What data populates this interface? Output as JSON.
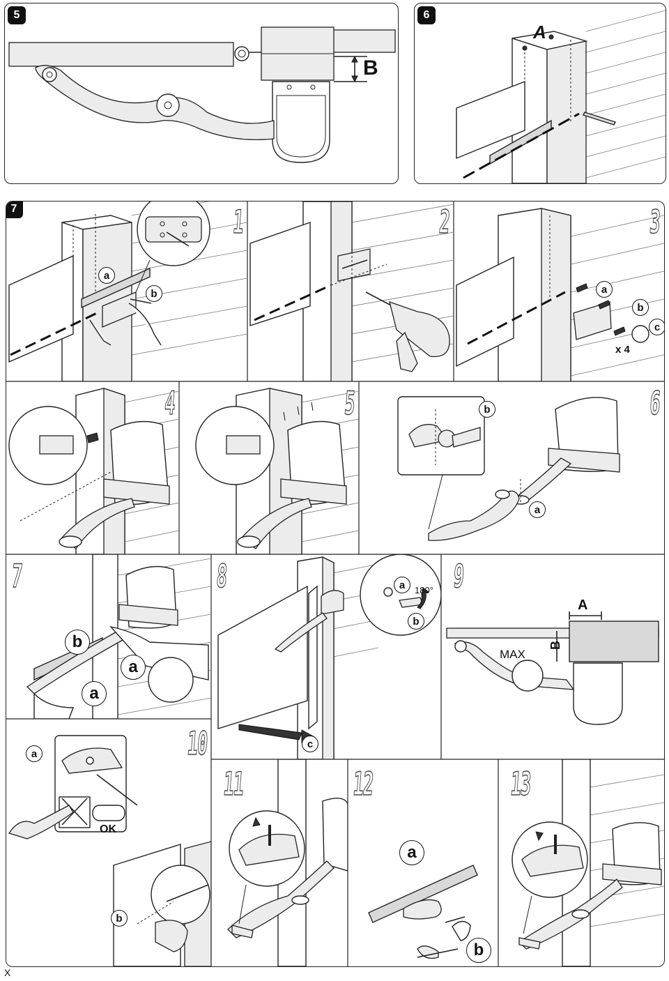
{
  "figure5": {
    "badge": "5",
    "label_b": "B"
  },
  "figure6": {
    "badge": "6",
    "label_a": "A"
  },
  "figure7": {
    "badge": "7",
    "steps": [
      {
        "num": "1",
        "labels": [
          "a",
          "b"
        ]
      },
      {
        "num": "2",
        "labels": []
      },
      {
        "num": "3",
        "labels": [
          "a",
          "b",
          "c"
        ],
        "qty": "x 4"
      },
      {
        "num": "4",
        "labels": []
      },
      {
        "num": "5",
        "labels": []
      },
      {
        "num": "6",
        "labels": [
          "b",
          "a"
        ]
      },
      {
        "num": "7",
        "labels": [
          "b",
          "a",
          "a"
        ]
      },
      {
        "num": "8",
        "labels": [
          "a",
          "b",
          "c"
        ],
        "angle": "180°"
      },
      {
        "num": "9",
        "labels": [
          "A",
          "B"
        ],
        "max": "MAX"
      },
      {
        "num": "10",
        "labels": [
          "a",
          "b"
        ],
        "ok": "OK"
      },
      {
        "num": "11",
        "labels": []
      },
      {
        "num": "12",
        "labels": [
          "a",
          "b"
        ]
      },
      {
        "num": "13",
        "labels": []
      }
    ]
  },
  "footer": "X"
}
